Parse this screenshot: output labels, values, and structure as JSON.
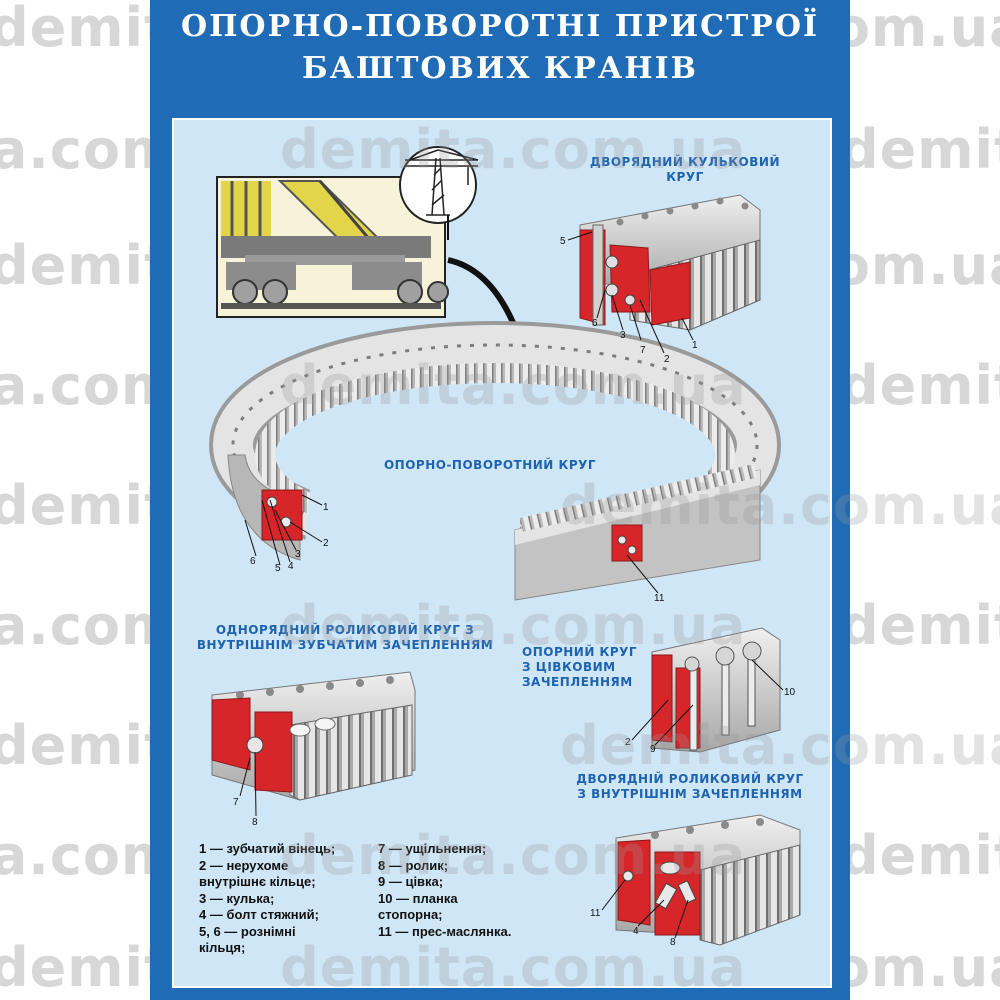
{
  "watermark": "demita.com.ua",
  "title": {
    "line1": "ОПОРНО-ПОВОРОТНІ ПРИСТРОЇ",
    "line2": "БАШТОВИХ КРАНІВ"
  },
  "labels": {
    "double_ball": "ДВОРЯДНИЙ КУЛЬКОВИЙ\nКРУГ",
    "main_ring": "ОПОРНО-ПОВОРОТНИЙ КРУГ",
    "single_roller": "ОДНОРЯДНИЙ РОЛИКОВИЙ КРУГ З\nВНУТРІШНІМ ЗУБЧАТИМ ЗАЧЕПЛЕННЯМ",
    "pin_gear": "ОПОРНИЙ КРУГ\nЗ ЦІВКОВИМ\nЗАЧЕПЛЕННЯМ",
    "double_roller": "ДВОРЯДНІЙ РОЛИКОВИЙ КРУГ\nЗ ВНУТРІШНІМ ЗАЧЕПЛЕННЯМ"
  },
  "callouts": {
    "double_ball": [
      "5",
      "6",
      "3",
      "7",
      "2",
      "1"
    ],
    "main_ring": [
      "1",
      "2",
      "3",
      "4",
      "5",
      "6",
      "11"
    ],
    "single_roller": [
      "7",
      "8"
    ],
    "pin_gear": [
      "10",
      "2",
      "9"
    ],
    "double_roller": [
      "11",
      "4",
      "8"
    ]
  },
  "legend": {
    "col1": [
      "1 — зубчатий вінець;",
      "2 — нерухоме",
      "внутрішнє кільце;",
      "3 — кулька;",
      "4 — болт стяжний;",
      "5, 6 — рознімні",
      "кільця;"
    ],
    "col2": [
      "7 — ущільнення;",
      "8 — ролик;",
      "9 — цівка;",
      "10 — планка",
      "стопорна;",
      "11 — прес-маслянка."
    ]
  },
  "colors": {
    "brand_blue": "#1f6bb5",
    "panel_bg": "#cfe6f7",
    "label_blue": "#1d63b0",
    "section_red": "#d7262a",
    "steel": "#c8c8c8"
  }
}
